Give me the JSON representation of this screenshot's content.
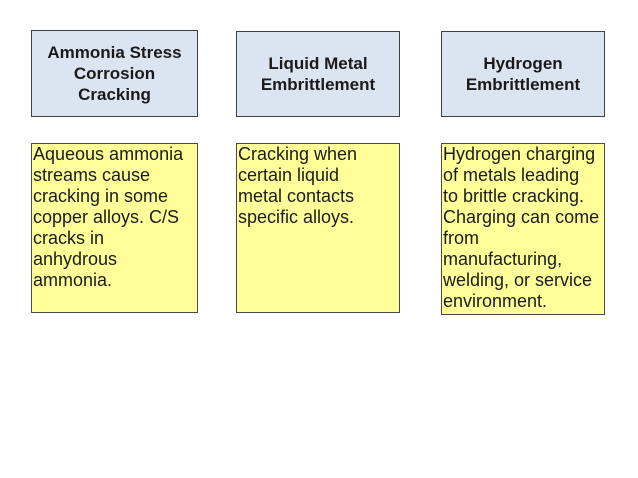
{
  "page": {
    "background": "#ffffff"
  },
  "colors": {
    "header_fill": "#dbe5f1",
    "header_border": "#3f3f3f",
    "body_fill": "#ffff99",
    "body_border": "#4a4a4a",
    "text": "#1c1c1c"
  },
  "columns": [
    {
      "id": "ammonia-stress-corrosion-cracking",
      "header": "Ammonia Stress\nCorrosion\nCracking",
      "body": "Aqueous ammonia\nstreams cause\ncracking in some\ncopper alloys. C/S\ncracks in\nanhydrous\nammonia."
    },
    {
      "id": "liquid-metal-embrittlement",
      "header": "Liquid Metal\nEmbrittlement",
      "body": "Cracking when\ncertain liquid\nmetal contacts\nspecific alloys."
    },
    {
      "id": "hydrogen-embrittlement",
      "header": "Hydrogen\nEmbrittlement",
      "body": "Hydrogen charging\nof metals leading\nto brittle cracking.\nCharging can come\nfrom\nmanufacturing,\nwelding, or service\nenvironment."
    }
  ]
}
